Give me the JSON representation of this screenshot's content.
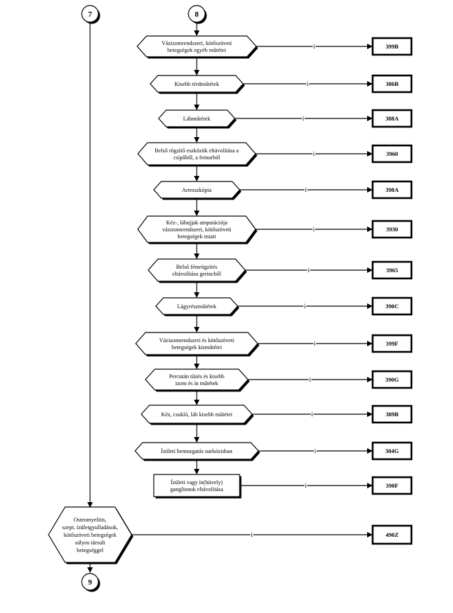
{
  "connectors": {
    "top_left": "7",
    "top_right": "8",
    "bottom": "9"
  },
  "arrow_tag": "i",
  "steps": [
    {
      "lines": [
        "Vázizomrendszeri, kötőszöveti",
        "betegségek egyéb műtétei"
      ],
      "code": "399B"
    },
    {
      "lines": [
        "Kisebb térdműtétek"
      ],
      "code": "386B"
    },
    {
      "lines": [
        "Lábműtétek"
      ],
      "code": "388A"
    },
    {
      "lines": [
        "Belső rögzítő eszközök eltávolítása a",
        "csípőből, a femurból"
      ],
      "code": "3960"
    },
    {
      "lines": [
        "Artroszkópia"
      ],
      "code": "398A"
    },
    {
      "lines": [
        "Kéz-, lábujjak amputációja",
        "vázizomrendszeri, kötőszöveti",
        "betegségek miatt"
      ],
      "code": "3930"
    },
    {
      "lines": [
        "Belső fémrögzítés",
        "eltávolítása gerincből"
      ],
      "code": "3965"
    },
    {
      "lines": [
        "Lágyrészműtétek"
      ],
      "code": "390C"
    },
    {
      "lines": [
        "Vázizomrendszeri és kötőszöveti",
        "betegségek kisműtétei"
      ],
      "code": "399F"
    },
    {
      "lines": [
        "Percután tűzés és kisebb",
        "izom és ín műtétek"
      ],
      "code": "390G"
    },
    {
      "lines": [
        "Kéz, csukló, láb kisebb műtétei"
      ],
      "code": "389B"
    },
    {
      "lines": [
        "Ízületi bemozgatás narkózisban"
      ],
      "code": "384G"
    },
    {
      "lines": [
        "Ízületi vagy ín(hüvely)",
        "ganglionok eltávolítása"
      ],
      "code": "390F"
    }
  ],
  "final_step": {
    "lines": [
      "Osteomyelitis,",
      "szept. ízületgyulladások,",
      "kötőszöveti betegségek",
      "súlyos társult",
      "betegséggel"
    ],
    "code": "490Z"
  }
}
